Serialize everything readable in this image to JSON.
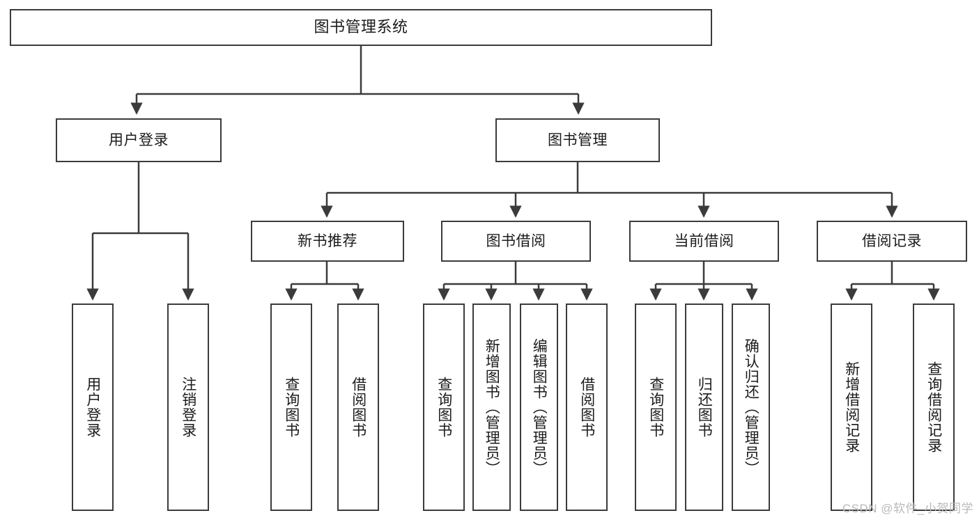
{
  "diagram": {
    "title": "图书管理系统",
    "type": "tree",
    "background": "#ffffff",
    "stroke_color": "#3b3b3b",
    "text_color": "#1b1b1b"
  },
  "root": {
    "label": "图书管理系统"
  },
  "level1": [
    {
      "label": "用户登录"
    },
    {
      "label": "图书管理"
    }
  ],
  "level2": [
    {
      "label": "新书推荐"
    },
    {
      "label": "图书借阅"
    },
    {
      "label": "当前借阅"
    },
    {
      "label": "借阅记录"
    }
  ],
  "leaves": {
    "user_login": [
      {
        "label": "用户登录"
      },
      {
        "label": "注销登录"
      }
    ],
    "new_book_recommend": [
      {
        "label": "查询图书"
      },
      {
        "label": "借阅图书"
      }
    ],
    "book_borrow": [
      {
        "label": "查询图书"
      },
      {
        "label": "新增图书（管理员）"
      },
      {
        "label": "编辑图书（管理员）"
      },
      {
        "label": "借阅图书"
      }
    ],
    "current_borrow": [
      {
        "label": "查询图书"
      },
      {
        "label": "归还图书"
      },
      {
        "label": "确认归还（管理员）"
      }
    ],
    "borrow_record": [
      {
        "label": "新增借阅记录"
      },
      {
        "label": "查询借阅记录"
      }
    ]
  },
  "watermark": {
    "text": "CSDN @软件_小贺同学"
  }
}
